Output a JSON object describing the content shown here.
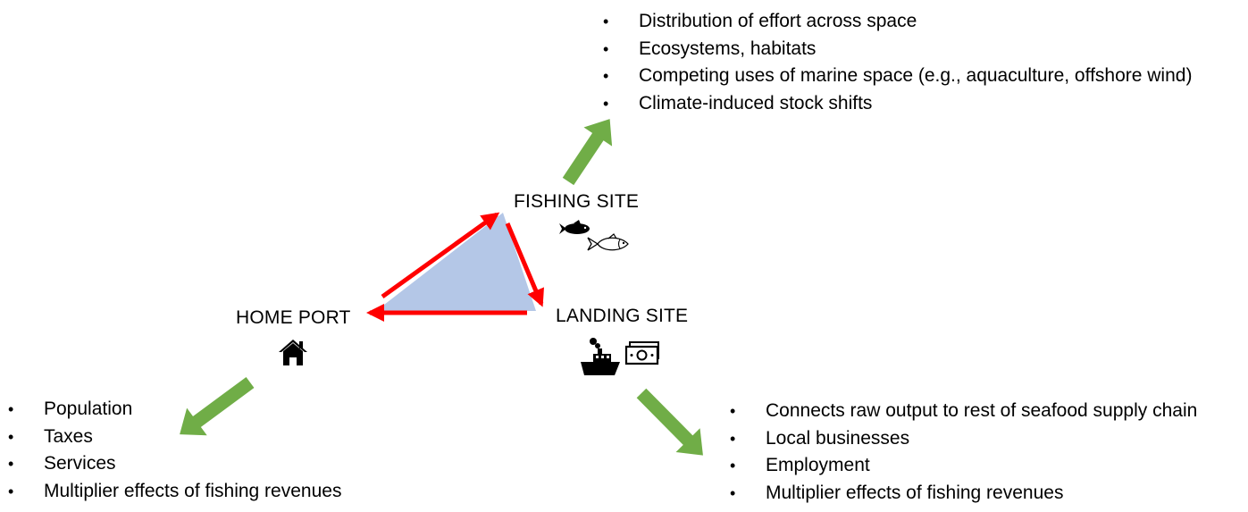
{
  "nodes": {
    "fishing_site": {
      "label": "FISHING SITE"
    },
    "home_port": {
      "label": "HOME PORT"
    },
    "landing_site": {
      "label": "LANDING SITE"
    }
  },
  "lists": {
    "fishing_site": [
      "Distribution of effort across space",
      "Ecosystems, habitats",
      "Competing uses of marine space (e.g., aquaculture, offshore wind)",
      "Climate-induced stock shifts"
    ],
    "home_port": [
      "Population",
      "Taxes",
      "Services",
      "Multiplier effects of fishing revenues"
    ],
    "landing_site": [
      "Connects raw output to rest of seafood supply chain",
      "Local businesses",
      "Employment",
      "Multiplier effects of fishing revenues"
    ]
  },
  "icons": {
    "fishing_site": [
      "fish-icon",
      "fish-outline-icon"
    ],
    "home_port": [
      "house-icon"
    ],
    "landing_site": [
      "boat-icon",
      "money-icon"
    ]
  },
  "colors": {
    "triangle_fill": "#b4c7e7",
    "cycle_arrow": "#ff0000",
    "outward_arrow": "#70ad47"
  }
}
